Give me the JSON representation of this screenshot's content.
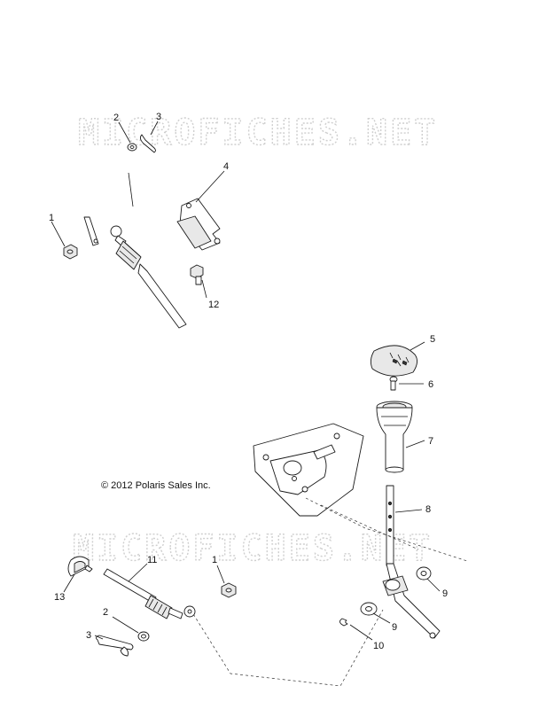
{
  "watermark": "MICROFICHES.NET",
  "copyright": "© 2012 Polaris Sales Inc.",
  "callouts": {
    "upper_1": "1",
    "upper_2": "2",
    "upper_3": "3",
    "upper_4": "4",
    "upper_12": "12",
    "knob_5": "5",
    "screw_6": "6",
    "boot_7": "7",
    "lever_8": "8",
    "bushing_9a": "9",
    "bushing_9b": "9",
    "clip_10": "10",
    "cable_11": "11",
    "lower_1": "1",
    "lower_2": "2",
    "lower_3": "3",
    "clamp_13": "13"
  }
}
